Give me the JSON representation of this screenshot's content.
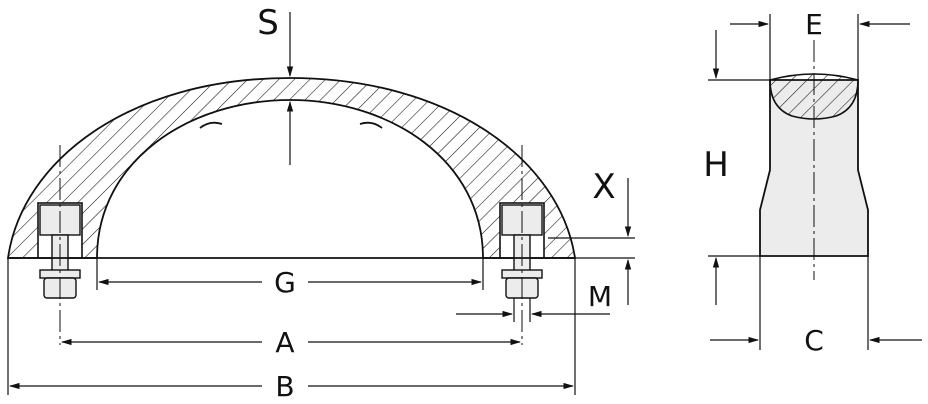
{
  "labels": {
    "s": "S",
    "g": "G",
    "a": "A",
    "b": "B",
    "x": "X",
    "m": "M",
    "e": "E",
    "h": "H",
    "c": "C"
  },
  "colors": {
    "line": "#111111",
    "fill": "#ececec",
    "background": "#ffffff"
  }
}
